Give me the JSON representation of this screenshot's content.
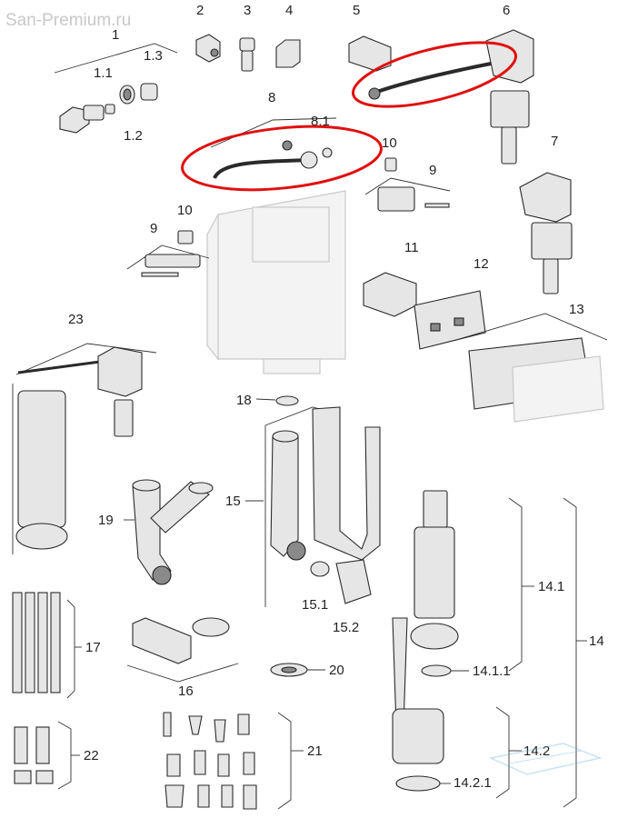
{
  "watermark": "San-Premium.ru",
  "labels": {
    "l1": "1",
    "l1_1": "1.1",
    "l1_2": "1.2",
    "l1_3": "1.3",
    "l2": "2",
    "l3": "3",
    "l4": "4",
    "l5": "5",
    "l6": "6",
    "l7": "7",
    "l8": "8",
    "l8_1": "8.1",
    "l9a": "9",
    "l9b": "9",
    "l10a": "10",
    "l10b": "10",
    "l11": "11",
    "l12": "12",
    "l13": "13",
    "l14": "14",
    "l14_1": "14.1",
    "l14_1_1": "14.1.1",
    "l14_2": "14.2",
    "l14_2_1": "14.2.1",
    "l15": "15",
    "l15_1": "15.1",
    "l15_2": "15.2",
    "l16": "16",
    "l17": "17",
    "l18": "18",
    "l19": "19",
    "l20": "20",
    "l21": "21",
    "l22": "22",
    "l23": "23"
  },
  "colors": {
    "highlight": "#e01010",
    "watermark": "#c8c8c8",
    "ghost_cistern": "#c9c9c9"
  }
}
